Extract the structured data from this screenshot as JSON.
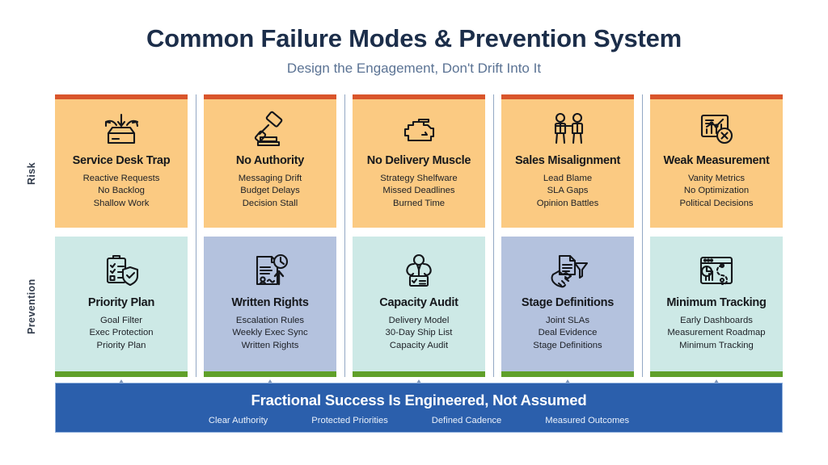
{
  "header": {
    "title": "Common Failure Modes & Prevention System",
    "subtitle": "Design the Engagement, Don't Drift Into It",
    "title_color": "#1c2e4a",
    "subtitle_color": "#5b7394"
  },
  "row_labels": {
    "risk": "Risk",
    "prevention": "Prevention"
  },
  "colors": {
    "risk_card_bg": "#fbca82",
    "risk_accent_top": "#d9552b",
    "prevention_cyan_bg": "#cde9e6",
    "prevention_blue_bg": "#b4c2de",
    "prevention_accent_bottom": "#60a02a",
    "banner_bg": "#2b5fac",
    "divider": "#93a8c4",
    "arrow": "#7e96bb"
  },
  "columns": [
    {
      "risk": {
        "icon": "inbox-tray-arrows-icon",
        "title": "Service Desk Trap",
        "bullets": [
          "Reactive Requests",
          "No Backlog",
          "Shallow Work"
        ]
      },
      "prevention": {
        "icon": "clipboard-shield-check-icon",
        "bg": "cyan",
        "title": "Priority Plan",
        "bullets": [
          "Goal Filter",
          "Exec Protection",
          "Priority Plan"
        ]
      }
    },
    {
      "risk": {
        "icon": "gavel-icon",
        "title": "No Authority",
        "bullets": [
          "Messaging Drift",
          "Budget Delays",
          "Decision Stall"
        ]
      },
      "prevention": {
        "icon": "document-clock-arrow-icon",
        "bg": "blue",
        "title": "Written Rights",
        "bullets": [
          "Escalation Rules",
          "Weekly Exec Sync",
          "Written Rights"
        ]
      }
    },
    {
      "risk": {
        "icon": "engine-icon",
        "title": "No Delivery Muscle",
        "bullets": [
          "Strategy Shelfware",
          "Missed Deadlines",
          "Burned Time"
        ]
      },
      "prevention": {
        "icon": "flexing-person-checklist-icon",
        "bg": "cyan",
        "title": "Capacity Audit",
        "bullets": [
          "Delivery Model",
          "30-Day Ship List",
          "Capacity Audit"
        ]
      }
    },
    {
      "risk": {
        "icon": "two-people-icon",
        "title": "Sales Misalignment",
        "bullets": [
          "Lead Blame",
          "SLA Gaps",
          "Opinion Battles"
        ]
      },
      "prevention": {
        "icon": "handshake-document-funnel-icon",
        "bg": "blue",
        "title": "Stage Definitions",
        "bullets": [
          "Joint SLAs",
          "Deal Evidence",
          "Stage Definitions"
        ]
      }
    },
    {
      "risk": {
        "icon": "chart-x-mark-icon",
        "title": "Weak Measurement",
        "bullets": [
          "Vanity Metrics",
          "No Optimization",
          "Political Decisions"
        ]
      },
      "prevention": {
        "icon": "dashboard-roadmap-icon",
        "bg": "cyan",
        "title": "Minimum Tracking",
        "bullets": [
          "Early Dashboards",
          "Measurement Roadmap",
          "Minimum Tracking"
        ]
      }
    }
  ],
  "banner": {
    "title": "Fractional Success Is Engineered, Not Assumed",
    "items": [
      "Clear Authority",
      "Protected Priorities",
      "Defined Cadence",
      "Measured Outcomes"
    ]
  }
}
